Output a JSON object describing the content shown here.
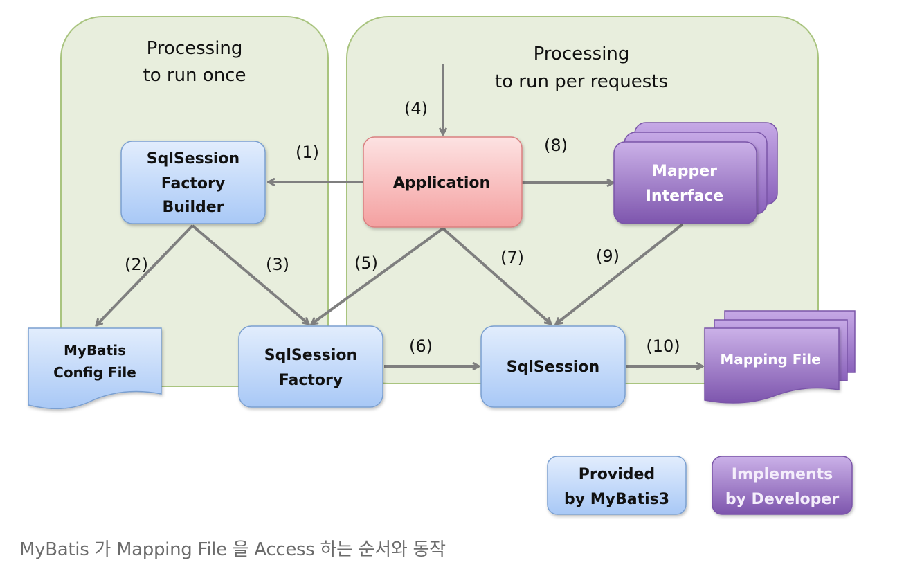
{
  "regions": {
    "once": {
      "line1": "Processing",
      "line2": "to run once"
    },
    "per_request": {
      "line1": "Processing",
      "line2": "to run per requests"
    }
  },
  "nodes": {
    "builder": {
      "line1": "SqlSession",
      "line2": "Factory",
      "line3": "Builder"
    },
    "application": {
      "label": "Application"
    },
    "mapper_interface": {
      "line1": "Mapper",
      "line2": "Interface"
    },
    "config_file": {
      "line1": "MyBatis",
      "line2": "Config File"
    },
    "factory": {
      "line1": "SqlSession",
      "line2": "Factory"
    },
    "session": {
      "label": "SqlSession"
    },
    "mapping_file": {
      "label": "Mapping File"
    }
  },
  "steps": {
    "s1": "(1)",
    "s2": "(2)",
    "s3": "(3)",
    "s4": "(4)",
    "s5": "(5)",
    "s6": "(6)",
    "s7": "(7)",
    "s8": "(8)",
    "s9": "(9)",
    "s10": "(10)"
  },
  "legend": {
    "provided": {
      "line1": "Provided",
      "line2": "by MyBatis3"
    },
    "implements": {
      "line1": "Implements",
      "line2": "by Developer"
    }
  },
  "colors": {
    "region_fill": "#e8eedd",
    "region_stroke": "#a9c47f",
    "blue_top": "#e2edfd",
    "blue_bottom": "#a8c8f6",
    "blue_stroke": "#7a9fd0",
    "red_top": "#fde0e0",
    "red_bottom": "#f5a0a0",
    "red_stroke": "#d98080",
    "purple_top": "#c8aee6",
    "purple_bottom": "#8058b0",
    "purple_stroke": "#7a55a8",
    "arrow": "#7f7f7f"
  },
  "caption": "MyBatis 가 Mapping File 을 Access 하는 순서와 동작"
}
